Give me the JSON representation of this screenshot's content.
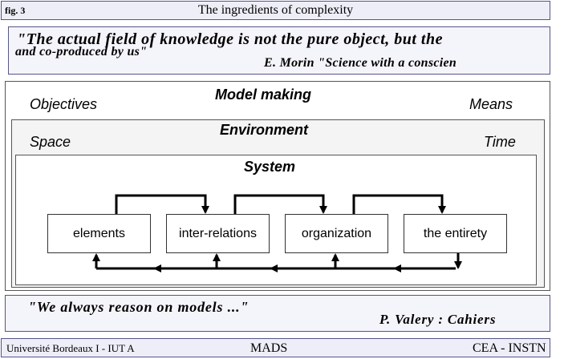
{
  "header": {
    "fig": "fig. 3",
    "title": "The ingredients of complexity"
  },
  "quote_top": {
    "line1": "\"The actual field of knowledge is not the pure object, but the",
    "line2": "and co-produced by us\"",
    "author": "E. Morin \"Science with a conscien"
  },
  "model": {
    "title": "Model making",
    "left": "Objectives",
    "right": "Means"
  },
  "environment": {
    "title": "Environment",
    "left": "Space",
    "right": "Time"
  },
  "system": {
    "title": "System",
    "nodes": [
      "elements",
      "inter-relations",
      "organization",
      "the entirety"
    ]
  },
  "quote_bottom": {
    "text": "\"We always reason on models ...\"",
    "author": "P. Valery : Cahiers"
  },
  "footer": {
    "left": "Université Bordeaux I - IUT A",
    "center": "MADS",
    "right": "CEA - INSTN"
  }
}
